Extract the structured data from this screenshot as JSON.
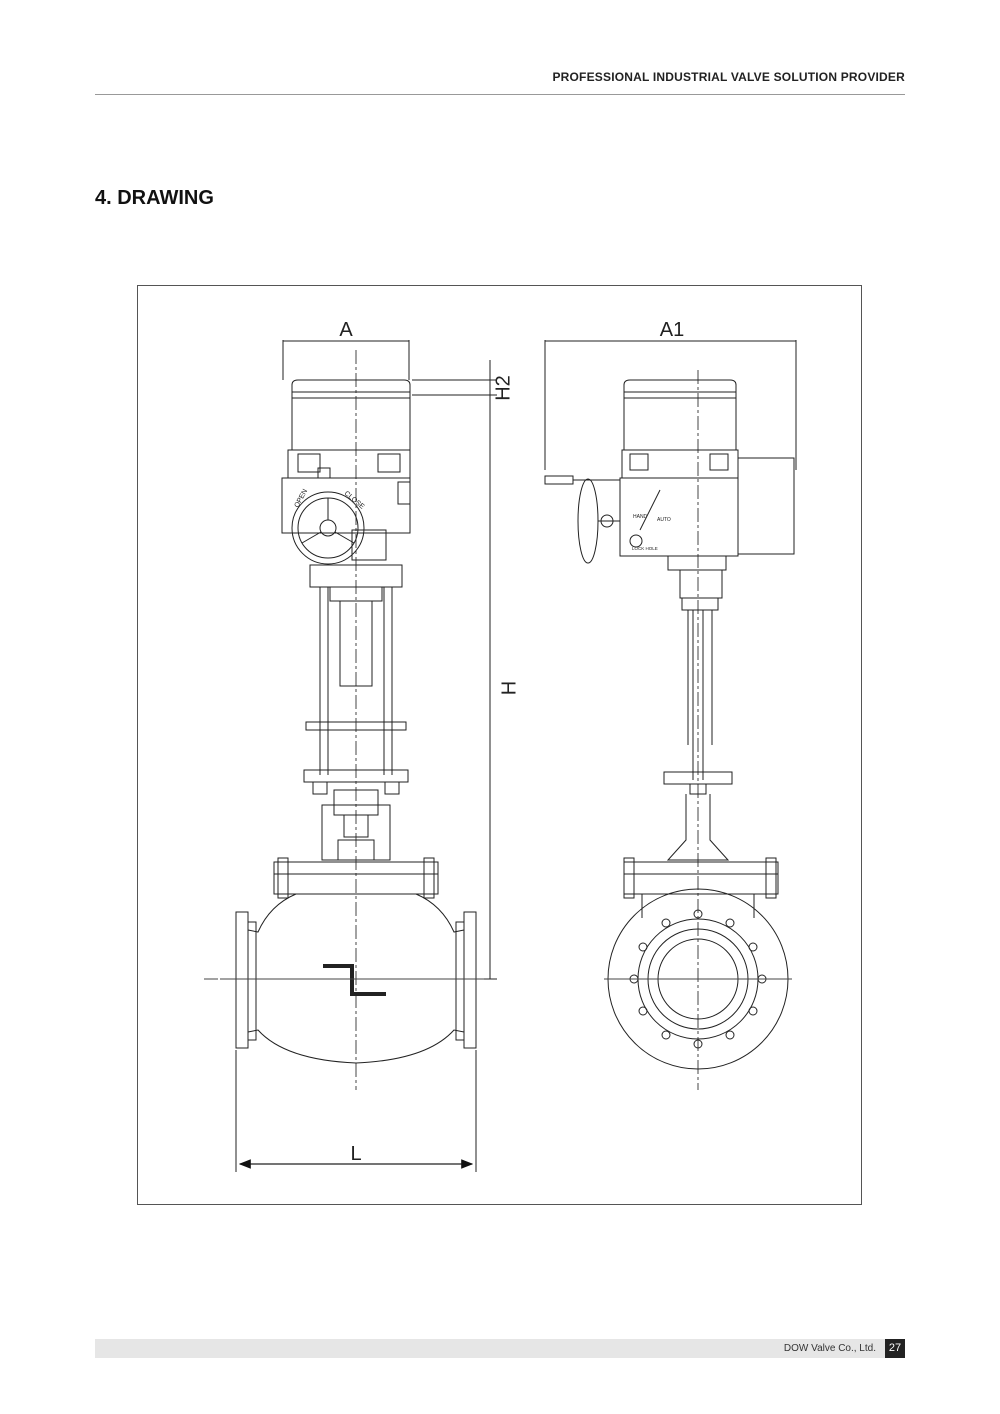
{
  "header": {
    "tagline": "PROFESSIONAL INDUSTRIAL VALVE SOLUTION PROVIDER"
  },
  "section": {
    "title": "4. DRAWING"
  },
  "drawing": {
    "dimensions": {
      "a": "A",
      "a1": "A1",
      "h": "H",
      "h2": "H2",
      "l": "L"
    },
    "labels": {
      "open": "OPEN",
      "close": "CLOSE",
      "hand": "HAND",
      "auto": "AUTO",
      "lock_hole": "LOCK HOLE"
    }
  },
  "footer": {
    "company": "DOW Valve Co., Ltd.",
    "page": "27"
  }
}
